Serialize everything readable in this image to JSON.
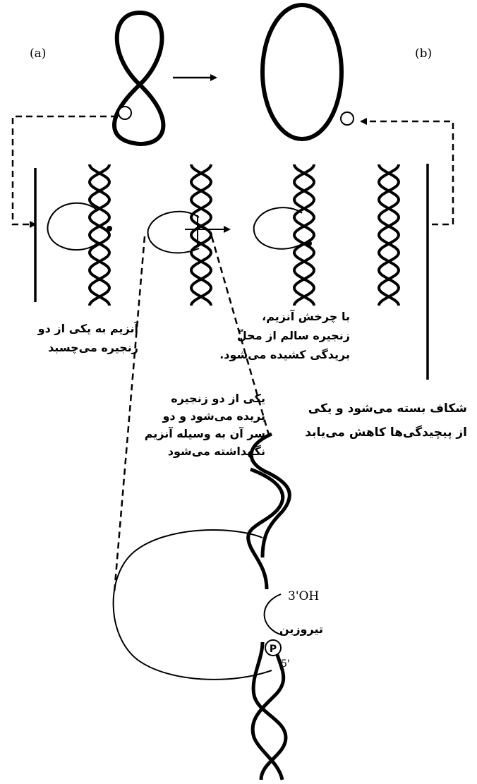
{
  "panel_labels": {
    "a": "(a)",
    "b": "(b)"
  },
  "captions": {
    "enzyme_binds": "آنزیم به یکی از دو\nزنجیره می‌چسبد",
    "enzyme_rotates": "با چرخش آنزیم،\nزنجیره سالم از محلّ\nبریدگی کشیده می‌شود.",
    "gap_closes": "شکاف بسته می‌شود و یکی\nاز پیچیدگی‌ها کاهش می‌یابد",
    "strand_cut": "یکی از دو زنجیره\nبریده می‌شود و دو\nسر آن به وسیله آنزیم\nنگهداشته می‌شود"
  },
  "molecular_labels": {
    "hydroxyl_end": "3'OH",
    "tyrosine": "تیروزین",
    "phosphate": "P",
    "five_prime": "5'"
  },
  "colors": {
    "ink": "#000000",
    "paper": "#ffffff"
  }
}
